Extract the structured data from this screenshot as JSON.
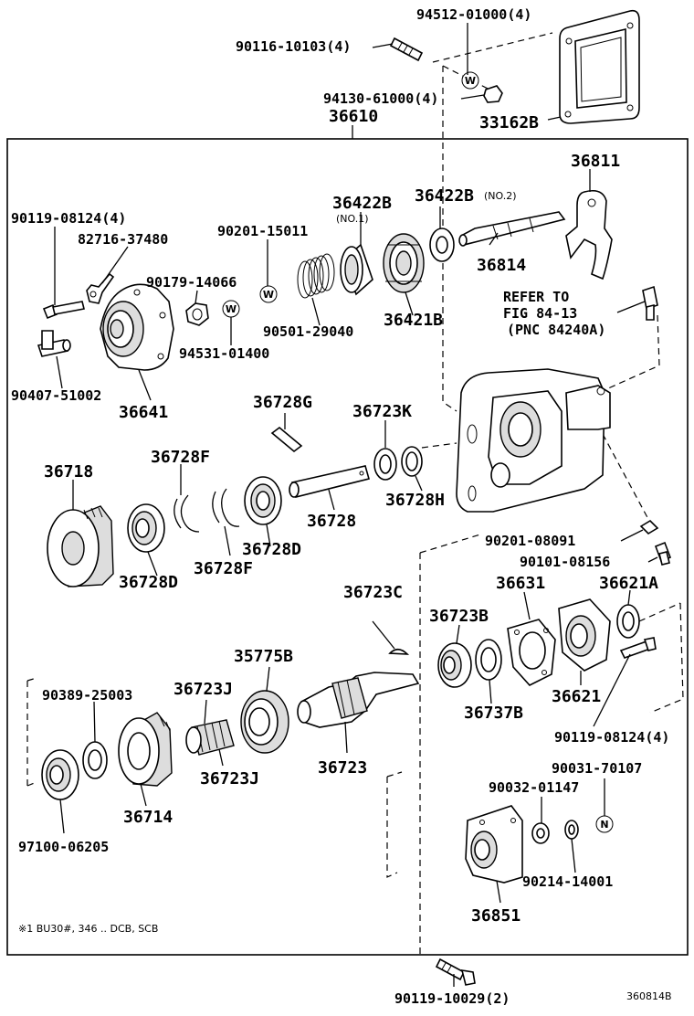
{
  "labels": {
    "l94512": "94512-01000(4)",
    "l90116": "90116-10103(4)",
    "l94130": "94130-61000(4)",
    "l33162": "33162B",
    "l36610": "36610",
    "l36811": "36811",
    "l36422b1": "36422B",
    "l36422b1n": "(NO.1)",
    "l36422b2": "36422B",
    "l36422b2n": "(NO.2)",
    "l90119a": "90119-08124(4)",
    "l82716": "82716-37480",
    "l90201a": "90201-15011",
    "l90179": "90179-14066",
    "l36814": "36814",
    "l36421b": "36421B",
    "l90501": "90501-29040",
    "l94531": "94531-01400",
    "refer1": "REFER TO",
    "refer2": "FIG 84-13",
    "refer3": "(PNC 84240A)",
    "l90407": "90407-51002",
    "l36641": "36641",
    "l36728g": "36728G",
    "l36723k": "36723K",
    "l36718": "36718",
    "l36728f1": "36728F",
    "l36728h": "36728H",
    "l36728": "36728",
    "l90201b": "90201-08091",
    "l90101": "90101-08156",
    "l36728d2": "36728D",
    "l36728f2": "36728F",
    "l36728d1": "36728D",
    "l36723c": "36723C",
    "l36631": "36631",
    "l36621a": "36621A",
    "l36723b": "36723B",
    "l35775b": "35775B",
    "l90389": "90389-25003",
    "l36723j1": "36723J",
    "l36737b": "36737B",
    "l36621": "36621",
    "l90119b": "90119-08124(4)",
    "l36723": "36723",
    "l36723j2": "36723J",
    "l90031": "90031-70107",
    "l90032": "90032-01147",
    "l36714": "36714",
    "l97100": "97100-06205",
    "l90214": "90214-14001",
    "l36851": "36851",
    "footnote": "※1 BU30#, 346 .. DCB, SCB",
    "l90119c": "90119-10029(2)",
    "figno": "360814B"
  },
  "tags": {
    "w": "W",
    "n": "N"
  }
}
